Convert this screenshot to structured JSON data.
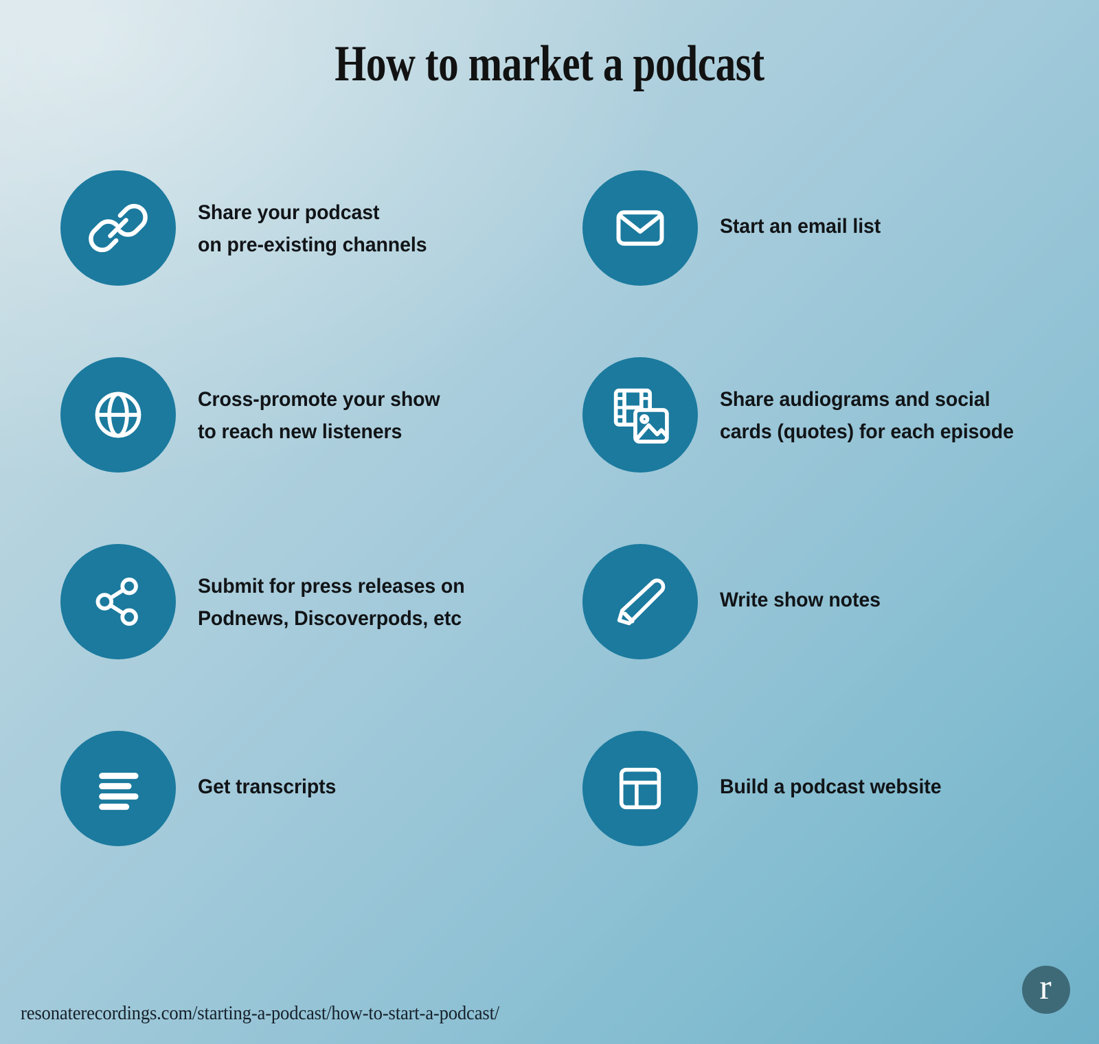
{
  "title": "How to market a podcast",
  "theme": {
    "icon_circle_color": "#1b7a9e",
    "icon_glyph_color": "#ffffff",
    "text_color": "#111417",
    "background_top_left": "#cfe0e6",
    "background_bottom_right": "#6fb1c8",
    "logo_circle_color": "#3e6a78"
  },
  "items": [
    {
      "icon": "link-icon",
      "line1": "Share your podcast",
      "line2": "on pre-existing channels"
    },
    {
      "icon": "envelope-icon",
      "line1": "Start an email list",
      "line2": ""
    },
    {
      "icon": "globe-icon",
      "line1": "Cross-promote your show",
      "line2": "to reach new listeners"
    },
    {
      "icon": "media-cards-icon",
      "line1": "Share audiograms and social",
      "line2": "cards (quotes) for each episode"
    },
    {
      "icon": "share-nodes-icon",
      "line1": "Submit for press releases on",
      "line2": "Podnews, Discoverpods, etc"
    },
    {
      "icon": "pencil-icon",
      "line1": "Write show notes",
      "line2": ""
    },
    {
      "icon": "transcript-lines-icon",
      "line1": "Get transcripts",
      "line2": ""
    },
    {
      "icon": "layout-icon",
      "line1": "Build a podcast website",
      "line2": ""
    }
  ],
  "footer": {
    "url": "resonaterecordings.com/starting-a-podcast/how-to-start-a-podcast/",
    "logo_letter": "r"
  }
}
